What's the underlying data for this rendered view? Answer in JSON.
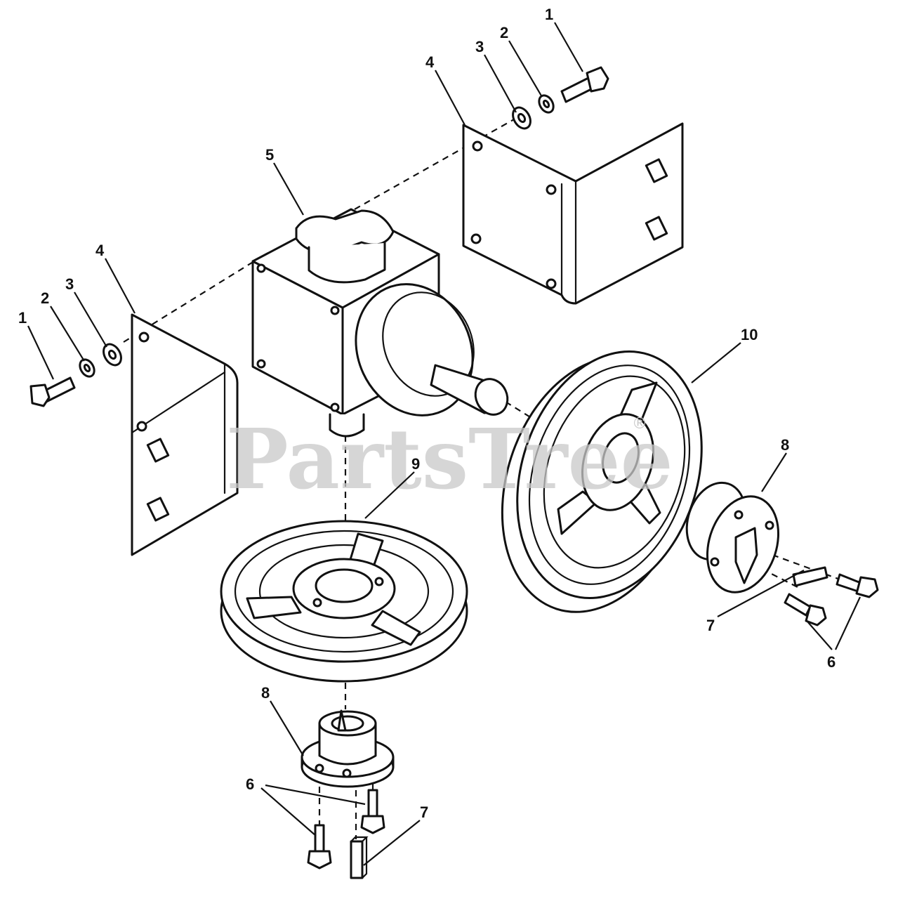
{
  "watermark": {
    "text": "PartsTree",
    "registered": "®"
  },
  "callouts": {
    "c1_top": "1",
    "c2_top": "2",
    "c3_top": "3",
    "c4_top": "4",
    "c5": "5",
    "c4_left": "4",
    "c3_left": "3",
    "c2_left": "2",
    "c1_left": "1",
    "c10": "10",
    "c8_right": "8",
    "c9": "9",
    "c7_right": "7",
    "c6_right": "6",
    "c8_bottom": "8",
    "c6_bottom": "6",
    "c7_bottom": "7"
  }
}
